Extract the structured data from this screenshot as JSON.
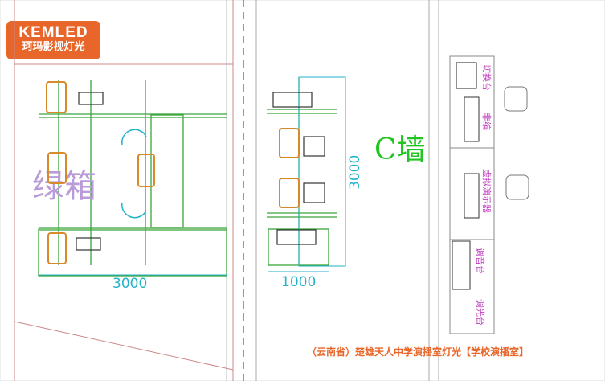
{
  "logo": {
    "brand": "KEMLED",
    "sub": "珂玛影视灯光"
  },
  "labels": {
    "green_box": "绿箱",
    "wall": "C墙",
    "dim_3000_horizontal": "3000",
    "dim_1000": "1000",
    "dim_3000_vertical": "3000",
    "console_1": "切换台",
    "console_2": "非编",
    "console_3": "虚拟演示器",
    "console_4": "调音台",
    "console_5": "调光台"
  },
  "caption": "（云南省）楚雄天人中学演播室灯光【学校演播室】",
  "colors": {
    "logo_bg": "#e8662a",
    "dimension": "#22b3c9",
    "truss": "#3aa53a",
    "green_box_text": "#b89bd8",
    "wall_text": "#22c422",
    "console_text": "#c040c0",
    "fixture": "#d88a2a",
    "caption": "#e8662a"
  }
}
